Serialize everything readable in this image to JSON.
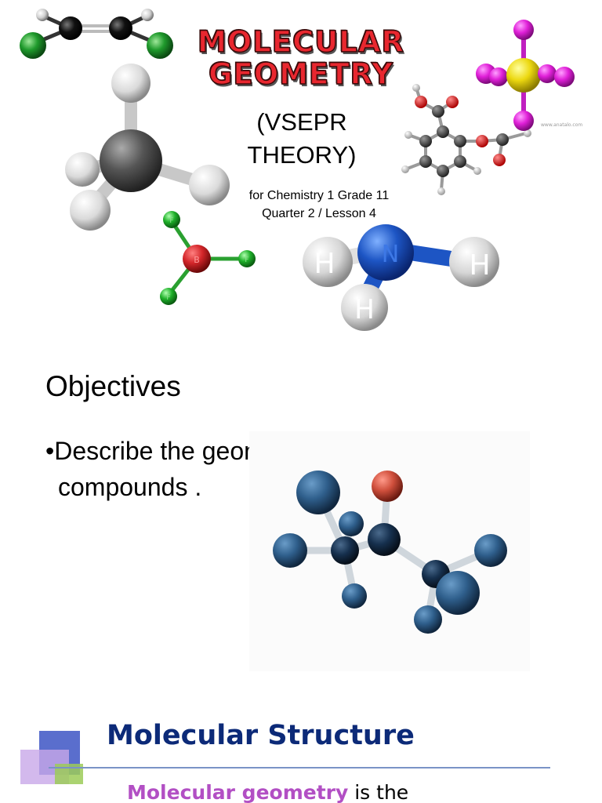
{
  "slide1": {
    "title_line1": "MOLECULAR",
    "title_line2": "GEOMETRY",
    "subtitle_line1": "(VSEPR",
    "subtitle_line2": "THEORY)",
    "course_line1": "for Chemistry 1 Grade 11",
    "course_line2": "Quarter 2 / Lesson 4",
    "atom_labels": {
      "boron": "B",
      "fluorine": "F",
      "nitrogen": "N",
      "hydrogen": "H"
    },
    "credit": "www.anatalo.com",
    "colors": {
      "title": "#e8272f",
      "carbon": "#151515",
      "green": "#1e8c2a",
      "red": "#d2262a",
      "blue": "#1d55c4",
      "magenta": "#e020d8",
      "yellow": "#f0e010"
    }
  },
  "slide2": {
    "heading": "Objectives",
    "bullet_line1": "•Describe the geometry of simple",
    "bullet_line2": "compounds .",
    "colors": {
      "atom": "#2f5f8c",
      "oxygen": "#cf4f3c"
    }
  },
  "slide3": {
    "title": "Molecular Structure",
    "body_highlight": "Molecular geometry",
    "body_rest": " is the",
    "colors": {
      "title": "#0c2a78",
      "highlight": "#b24fc4"
    }
  }
}
